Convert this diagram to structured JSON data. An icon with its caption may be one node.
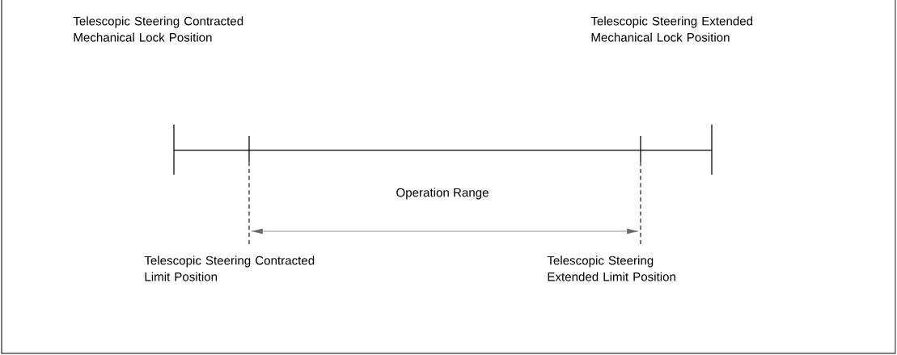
{
  "diagram": {
    "labels": [
      "Telescopic Steering Contracted Mechanical Lock Position",
      "Telescopic Steering Extended Mechanical Lock Position",
      "Operation Range",
      "Telescopic Steering Contracted Limit Position",
      "Telescopic Steering Extended Limit Position"
    ]
  }
}
